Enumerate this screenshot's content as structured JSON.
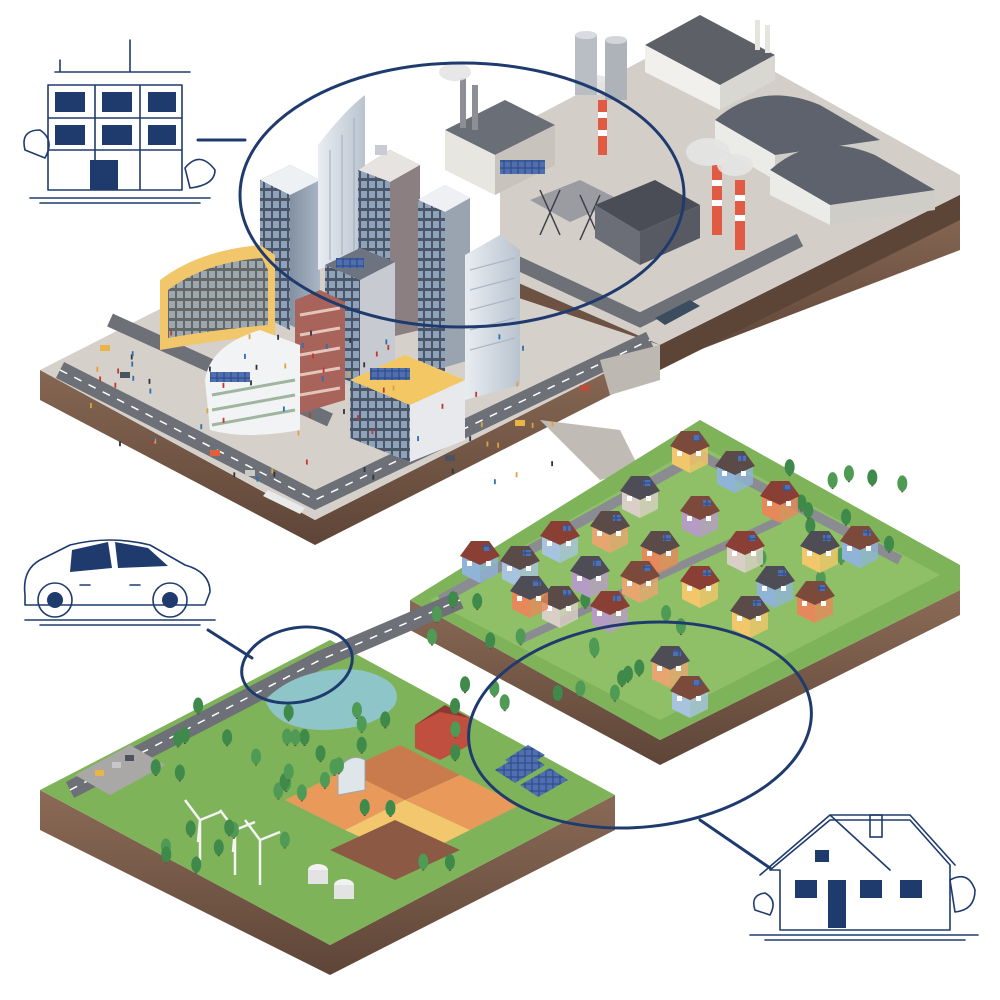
{
  "scene": {
    "title": "",
    "callouts": [
      {
        "icon": "office-building-sketch"
      },
      {
        "icon": "electric-car-sketch"
      },
      {
        "icon": "house-sketch"
      }
    ],
    "colors": {
      "grass": "#7fb35a",
      "soil": "#7a5b49",
      "pavement": "#d7d3cc",
      "road": "#6e7077",
      "callout_ink": "#1f3b6e",
      "field_orange": "#e99a5a",
      "solar_panel": "#3b5a9a"
    }
  }
}
